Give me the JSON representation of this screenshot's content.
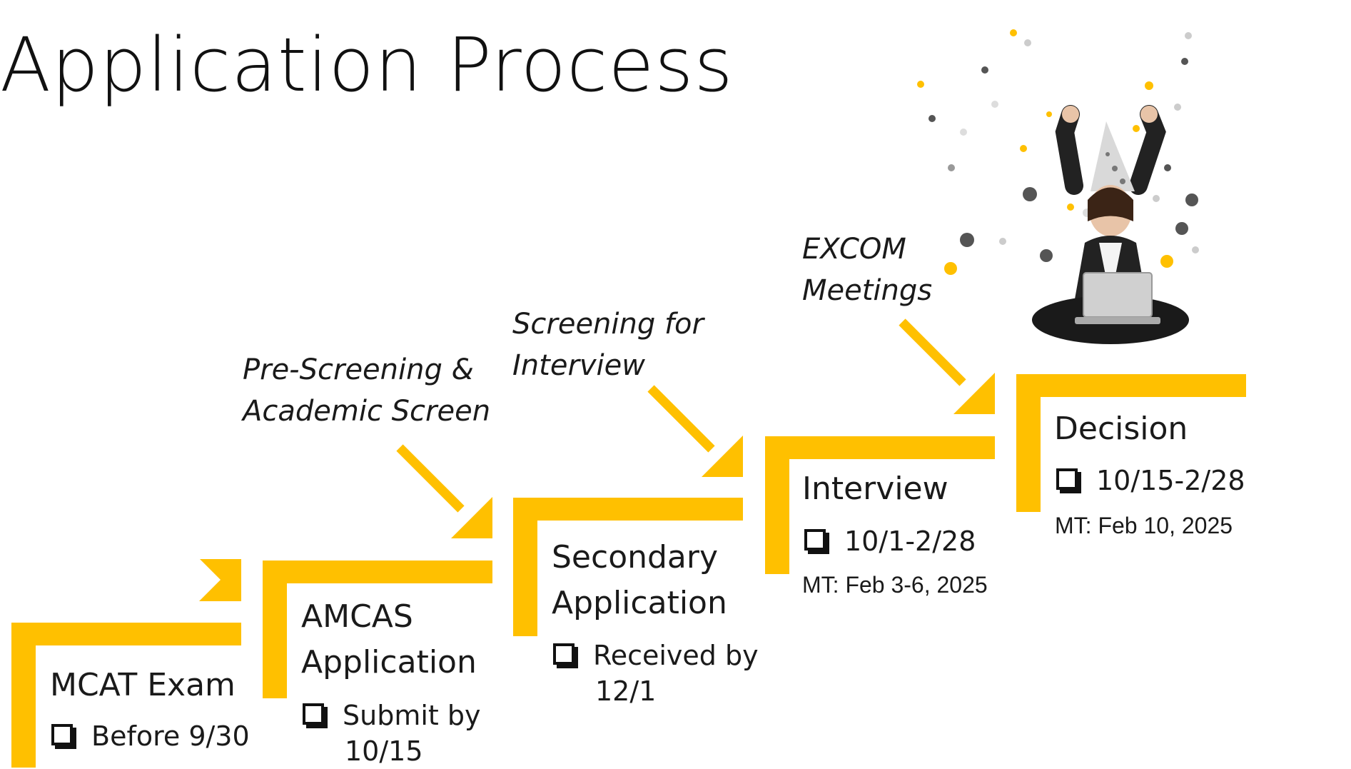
{
  "title": "Application Process",
  "steps": [
    {
      "title_lines": [
        "MCAT Exam"
      ],
      "item_lines": [
        "Before 9/30"
      ],
      "date": ""
    },
    {
      "title_lines": [
        "AMCAS",
        "Application"
      ],
      "item_lines": [
        "Submit by",
        "10/15"
      ],
      "date": ""
    },
    {
      "title_lines": [
        "Secondary",
        "Application"
      ],
      "item_lines": [
        "Received by",
        "12/1"
      ],
      "date": ""
    },
    {
      "title_lines": [
        "Interview"
      ],
      "item_lines": [
        "10/1-2/28"
      ],
      "date": "MT: Feb 3-6, 2025"
    },
    {
      "title_lines": [
        "Decision"
      ],
      "item_lines": [
        "10/15-2/28"
      ],
      "date": "MT: Feb 10, 2025"
    }
  ],
  "stage_labels": [
    {
      "lines": [
        "Pre-Screening &",
        "Academic Screen"
      ]
    },
    {
      "lines": [
        "Screening for",
        "Interview"
      ]
    },
    {
      "lines": [
        "EXCOM",
        "Meetings"
      ]
    }
  ],
  "colors": {
    "accent": "#FFC000",
    "confetti_dark": "#555555",
    "confetti_light": "#cccccc"
  },
  "icons": [
    "checkbox-icon",
    "celebration-illustration"
  ]
}
